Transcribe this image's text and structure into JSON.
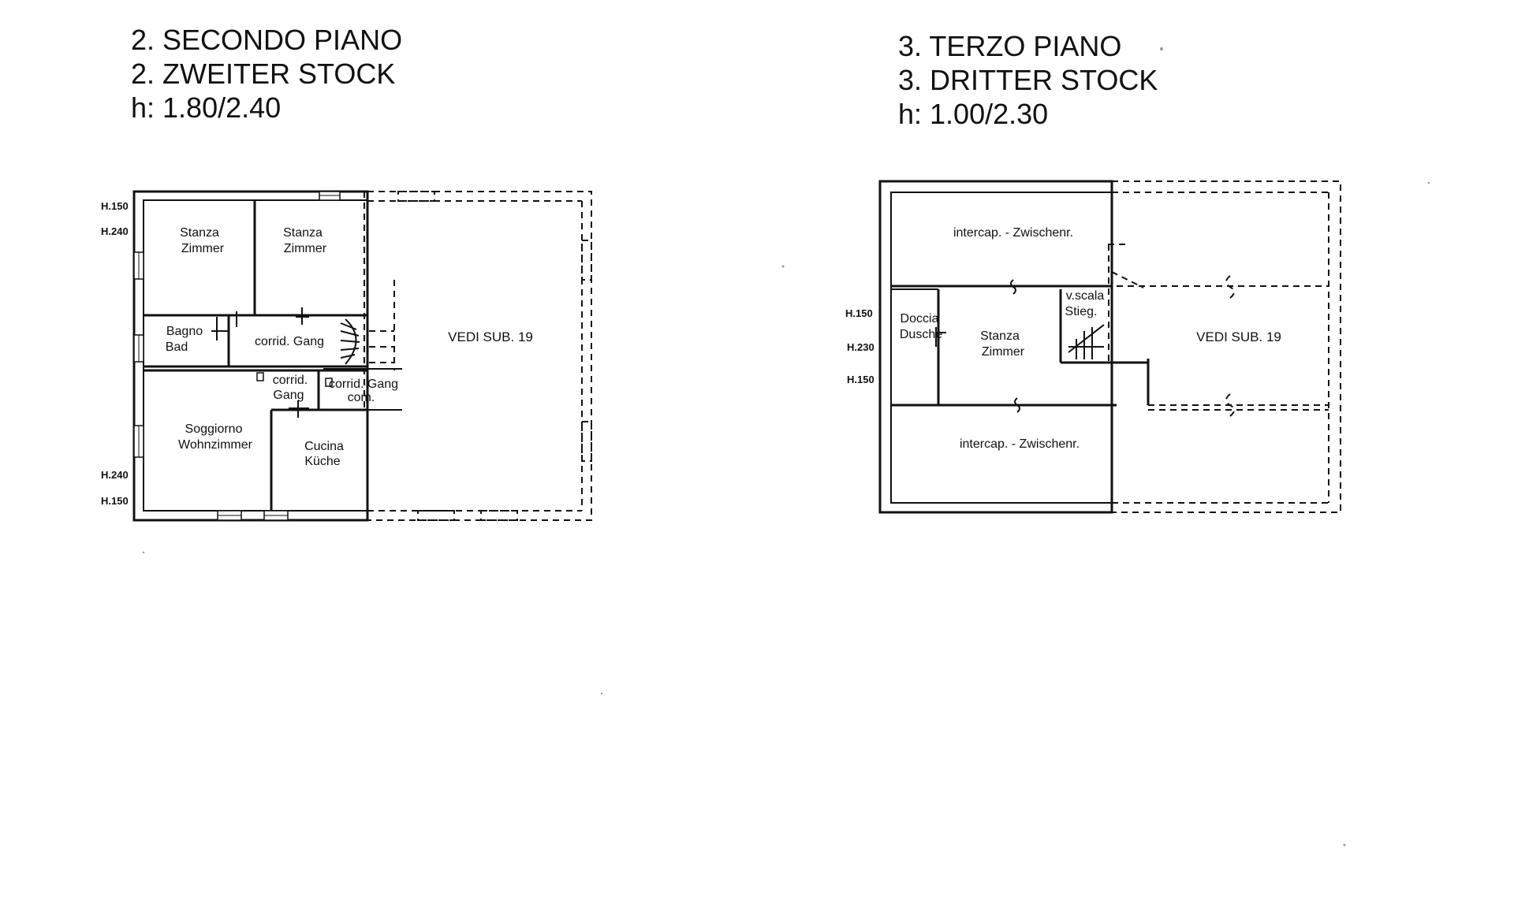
{
  "floor_left": {
    "title_it": "2. SECONDO PIANO",
    "title_de": "2. ZWEITER STOCK",
    "height": "h: 1.80/2.40",
    "heights": [
      "H.150",
      "H.240",
      "H.240",
      "H.150"
    ],
    "rooms": {
      "stanza1_it": "Stanza",
      "stanza1_de": "Zimmer",
      "stanza2_it": "Stanza",
      "stanza2_de": "Zimmer",
      "bagno_it": "Bagno",
      "bagno_de": "Bad",
      "corrid_gang": "corrid. Gang",
      "corrid2_it": "corrid.",
      "corrid2_de": "Gang",
      "corrid_com_1": "corrid. Gang",
      "corrid_com_2": "com.",
      "soggiorno_it": "Soggiorno",
      "soggiorno_de": "Wohnzimmer",
      "cucina_it": "Cucina",
      "cucina_de": "Küche",
      "vedi": "VEDI SUB. 19"
    }
  },
  "floor_right": {
    "title_it": "3. TERZO PIANO",
    "title_de": "3. DRITTER STOCK",
    "height": "h: 1.00/2.30",
    "heights": [
      "H.150",
      "H.230",
      "H.150"
    ],
    "rooms": {
      "intercap_top": "intercap. - Zwischenr.",
      "doccia_it": "Doccia",
      "doccia_de": "Dusche",
      "stanza_it": "Stanza",
      "stanza_de": "Zimmer",
      "scala_it": "v.scala",
      "scala_de": "Stieg.",
      "vedi": "VEDI SUB. 19",
      "intercap_bottom": "intercap. - Zwischenr."
    }
  }
}
